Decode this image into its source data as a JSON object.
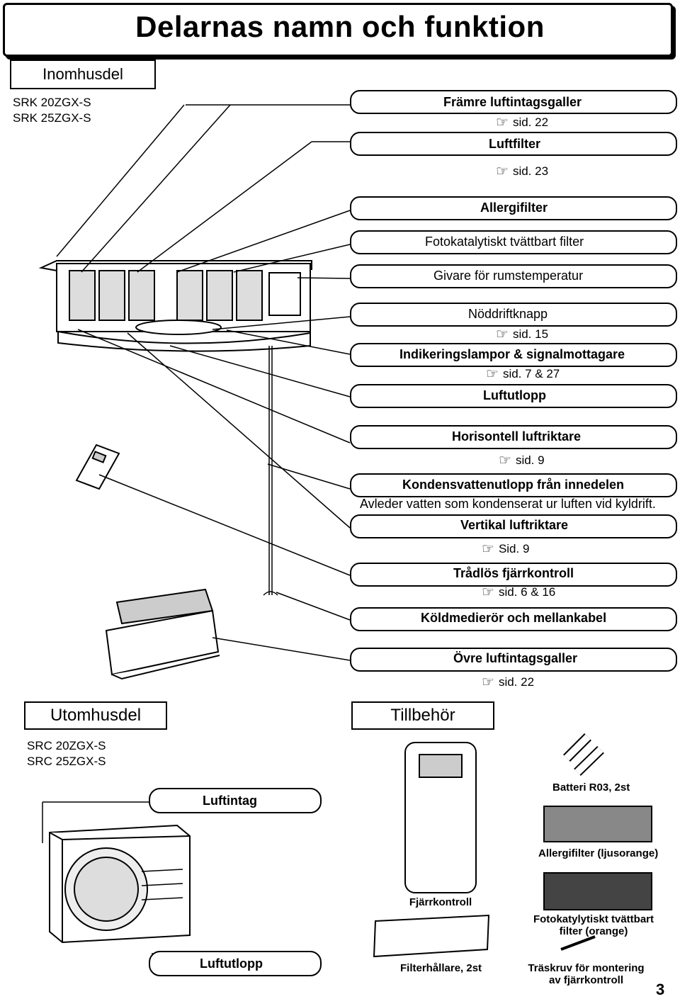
{
  "title": "Delarnas namn och funktion",
  "indoor": {
    "heading": "Inomhusdel",
    "models": [
      "SRK 20ZGX-S",
      "SRK 25ZGX-S"
    ]
  },
  "parts": [
    {
      "label": "Främre luftintagsgaller",
      "ref": "sid. 22"
    },
    {
      "label": "Luftfilter",
      "ref": "sid. 23"
    },
    {
      "label": "Allergifilter"
    },
    {
      "label": "Fotokatalytiskt tvättbart filter"
    },
    {
      "label": "Givare för rumstemperatur"
    },
    {
      "label": "Nöddriftknapp",
      "ref": "sid. 15"
    },
    {
      "label": "Indikeringslampor & signalmottagare",
      "ref": "sid. 7 & 27"
    },
    {
      "label": "Luftutlopp"
    },
    {
      "label": "Horisontell luftriktare",
      "ref": "sid. 9"
    },
    {
      "label": "Kondensvattenutlopp från innedelen",
      "desc": "Avleder vatten som kondenserat ur luften vid kyldrift."
    },
    {
      "label": "Vertikal luftriktare",
      "ref": "Sid. 9"
    },
    {
      "label": "Trådlös fjärrkontroll",
      "ref": "sid. 6 & 16"
    },
    {
      "label": "Köldmedierör och mellankabel"
    },
    {
      "label": "Övre luftintagsgaller",
      "ref": "sid. 22"
    }
  ],
  "outdoor": {
    "heading": "Utomhusdel",
    "models": [
      "SRC 20ZGX-S",
      "SRC 25ZGX-S"
    ],
    "intake": "Luftintag",
    "outlet": "Luftutlopp"
  },
  "accessories": {
    "heading": "Tillbehör",
    "remote": "Fjärrkontroll",
    "battery": "Batteri R03, 2st",
    "allergy_filter": "Allergifilter (ljusorange)",
    "photo_filter_1": "Fotokatylytiskt tvättbart",
    "photo_filter_2": "filter (orange)",
    "holder": "Filterhållare, 2st",
    "screw_1": "Träskruv för montering",
    "screw_2": "av fjärrkontroll"
  },
  "page_number": "3",
  "icons": {
    "pointer": "pointing-hand-icon"
  }
}
